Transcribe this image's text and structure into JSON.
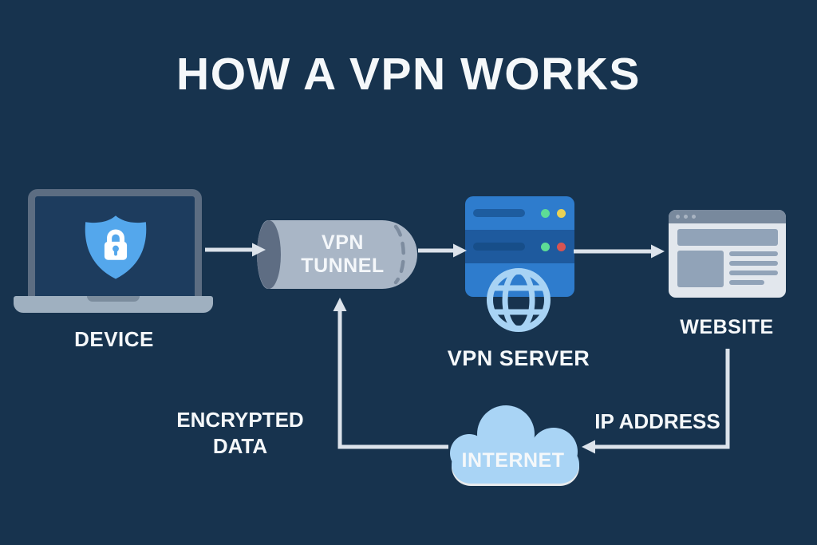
{
  "title": "HOW A VPN WORKS",
  "nodes": {
    "device": {
      "label": "DEVICE"
    },
    "vpn_tunnel": {
      "label_line1": "VPN",
      "label_line2": "TUNNEL"
    },
    "vpn_server": {
      "label": "VPN SERVER"
    },
    "website": {
      "label": "WEBSITE"
    },
    "internet": {
      "label": "INTERNET"
    }
  },
  "flow_labels": {
    "encrypted_data_line1": "ENCRYPTED",
    "encrypted_data_line2": "DATA",
    "ip_address": "IP ADDRESS"
  },
  "icons": {
    "device": "laptop-with-shield-lock-icon",
    "vpn_tunnel": "cylinder-tunnel-icon",
    "vpn_server": "server-rack-icon",
    "vpn_server_globe": "globe-icon",
    "website": "browser-window-icon",
    "internet": "cloud-icon",
    "connectors": "arrow-icon"
  },
  "colors": {
    "background": "#17334e",
    "text": "#f5f8fa",
    "arrow": "#dce3eb",
    "shield_blue": "#54a7ec",
    "laptop_frame": "#5c6d82",
    "laptop_screen": "#1d3c5e",
    "laptop_base": "#9fb0c0",
    "tunnel_body": "#a9b6c6",
    "tunnel_cap": "#5e6d83",
    "tunnel_dash": "#7d8c9f",
    "server_light": "#2e7ccd",
    "server_dark": "#1e5a9e",
    "dot_green": "#5ddc96",
    "dot_yellow": "#e9d155",
    "dot_red": "#d65452",
    "globe": "#a8d3f4",
    "cloud": "#a9d4f5",
    "browser_chrome": "#78899d",
    "browser_body": "#e2e7ed",
    "browser_block": "#91a3b8"
  }
}
